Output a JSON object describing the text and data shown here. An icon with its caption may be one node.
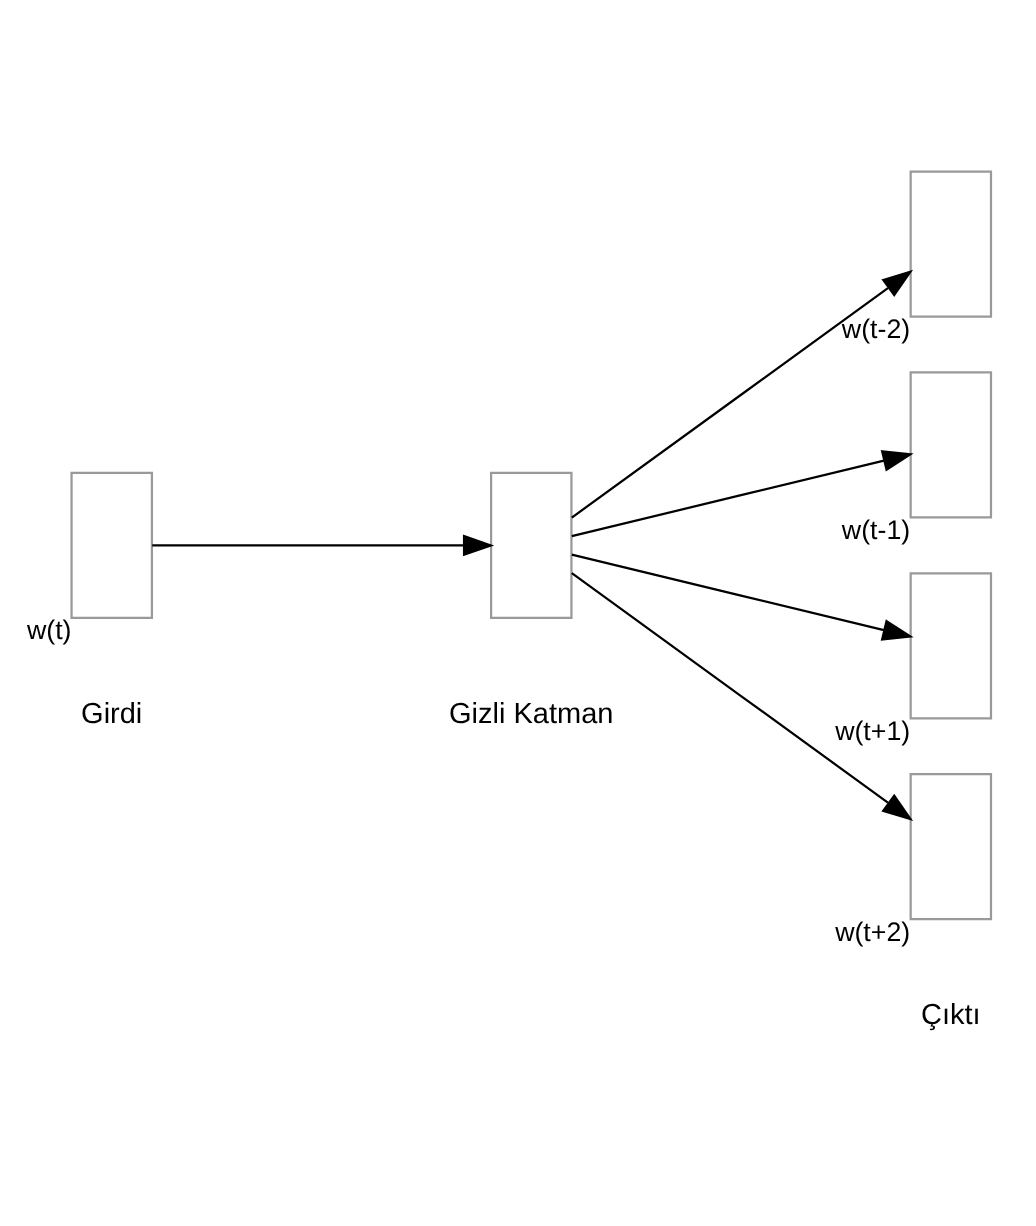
{
  "diagram": {
    "nodes": [
      {
        "text": [],
        "shape": "box",
        "beside": [
          "w(t)"
        ]
      },
      {
        "text": [],
        "shape": "box"
      },
      {
        "text": [],
        "shape": "box",
        "beside": [
          "w(t-2)"
        ]
      },
      {
        "text": [],
        "shape": "box",
        "beside": [
          "w(t-1)"
        ]
      },
      {
        "text": [],
        "shape": "box",
        "beside": [
          "w(t+1)"
        ]
      },
      {
        "text": [],
        "shape": "box",
        "beside": [
          "w(t+2)"
        ]
      }
    ],
    "edges": [
      {
        "from": 0,
        "to": 1,
        "arrow": "to"
      },
      {
        "from": 1,
        "to": 2,
        "arrow": "to"
      },
      {
        "from": 1,
        "to": 3,
        "arrow": "to"
      },
      {
        "from": 1,
        "to": 4,
        "arrow": "to"
      },
      {
        "from": 1,
        "to": 5,
        "arrow": "to"
      }
    ],
    "labels": [
      "Girdi",
      "Gizli Katman",
      "Çıktı"
    ]
  }
}
